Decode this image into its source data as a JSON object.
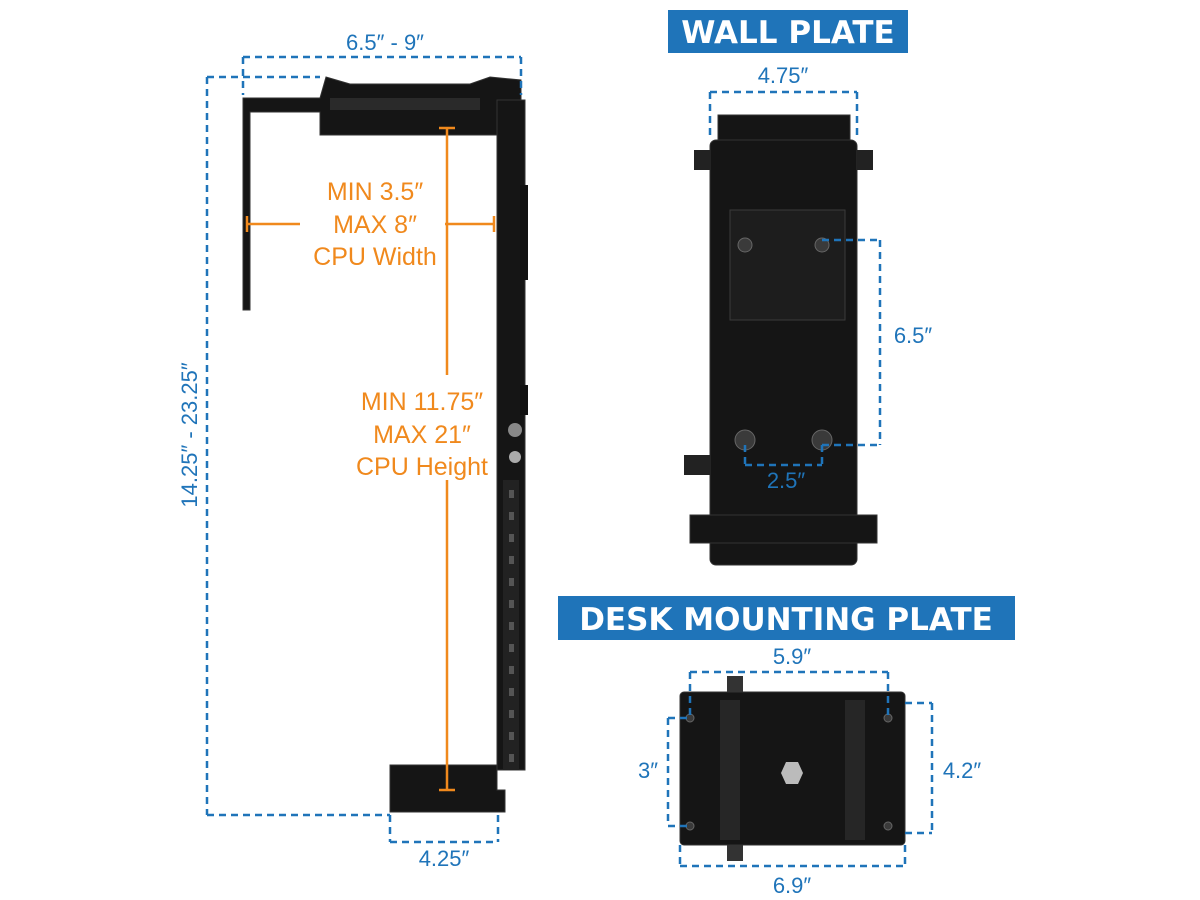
{
  "bracket": {
    "width_range": "6.5″ - 9″",
    "height_range": "14.25″ - 23.25″",
    "base_width": "4.25″",
    "cpu_width": {
      "min": "MIN 3.5″",
      "max": "MAX 8″",
      "label": "CPU Width"
    },
    "cpu_height": {
      "min": "MIN 11.75″",
      "max": "MAX 21″",
      "label": "CPU Height"
    }
  },
  "wall_plate": {
    "title": "WALL PLATE",
    "width": "4.75″",
    "hole_vertical": "6.5″",
    "hole_horizontal": "2.5″"
  },
  "desk_plate": {
    "title": "DESK MOUNTING PLATE",
    "hole_width": "5.9″",
    "left_height": "3″",
    "right_height": "4.2″",
    "width": "6.9″"
  },
  "colors": {
    "dimension": "#1f74b9",
    "cpu": "#f0891d",
    "title_bg": "#1f74b9"
  }
}
